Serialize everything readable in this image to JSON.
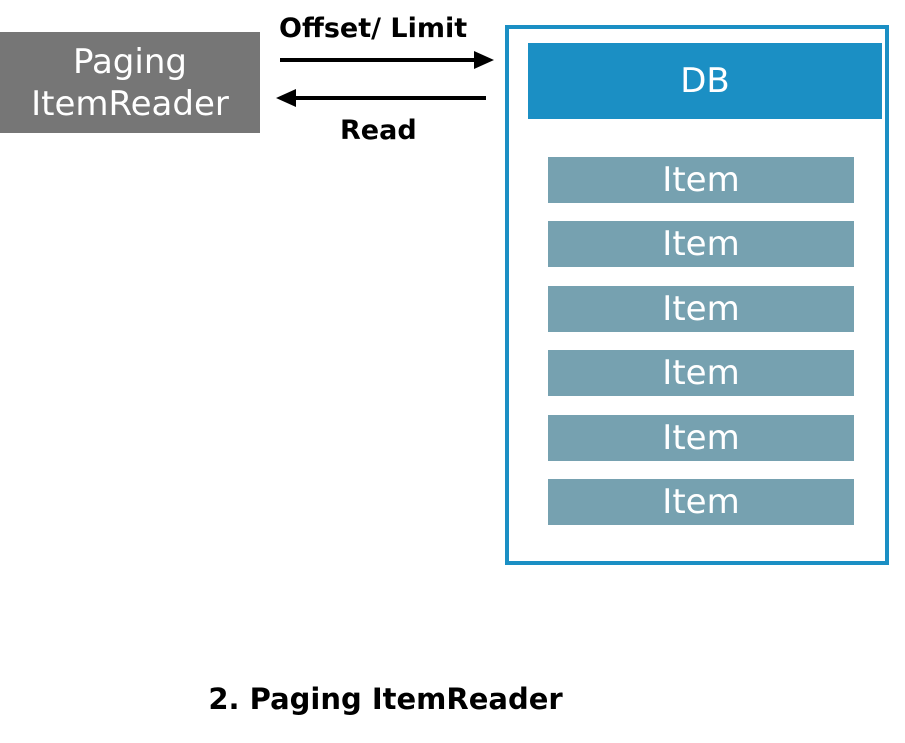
{
  "reader": {
    "line1": "Paging",
    "line2": "ItemReader"
  },
  "arrows": {
    "request_label": "Offset/ Limit",
    "response_label": "Read"
  },
  "db": {
    "title": "DB",
    "items": [
      "Item",
      "Item",
      "Item",
      "Item",
      "Item",
      "Item"
    ]
  },
  "caption": "2. Paging ItemReader",
  "colors": {
    "reader_bg": "#767676",
    "db_accent": "#1b8fc4",
    "item_bg": "#76a1b0"
  }
}
